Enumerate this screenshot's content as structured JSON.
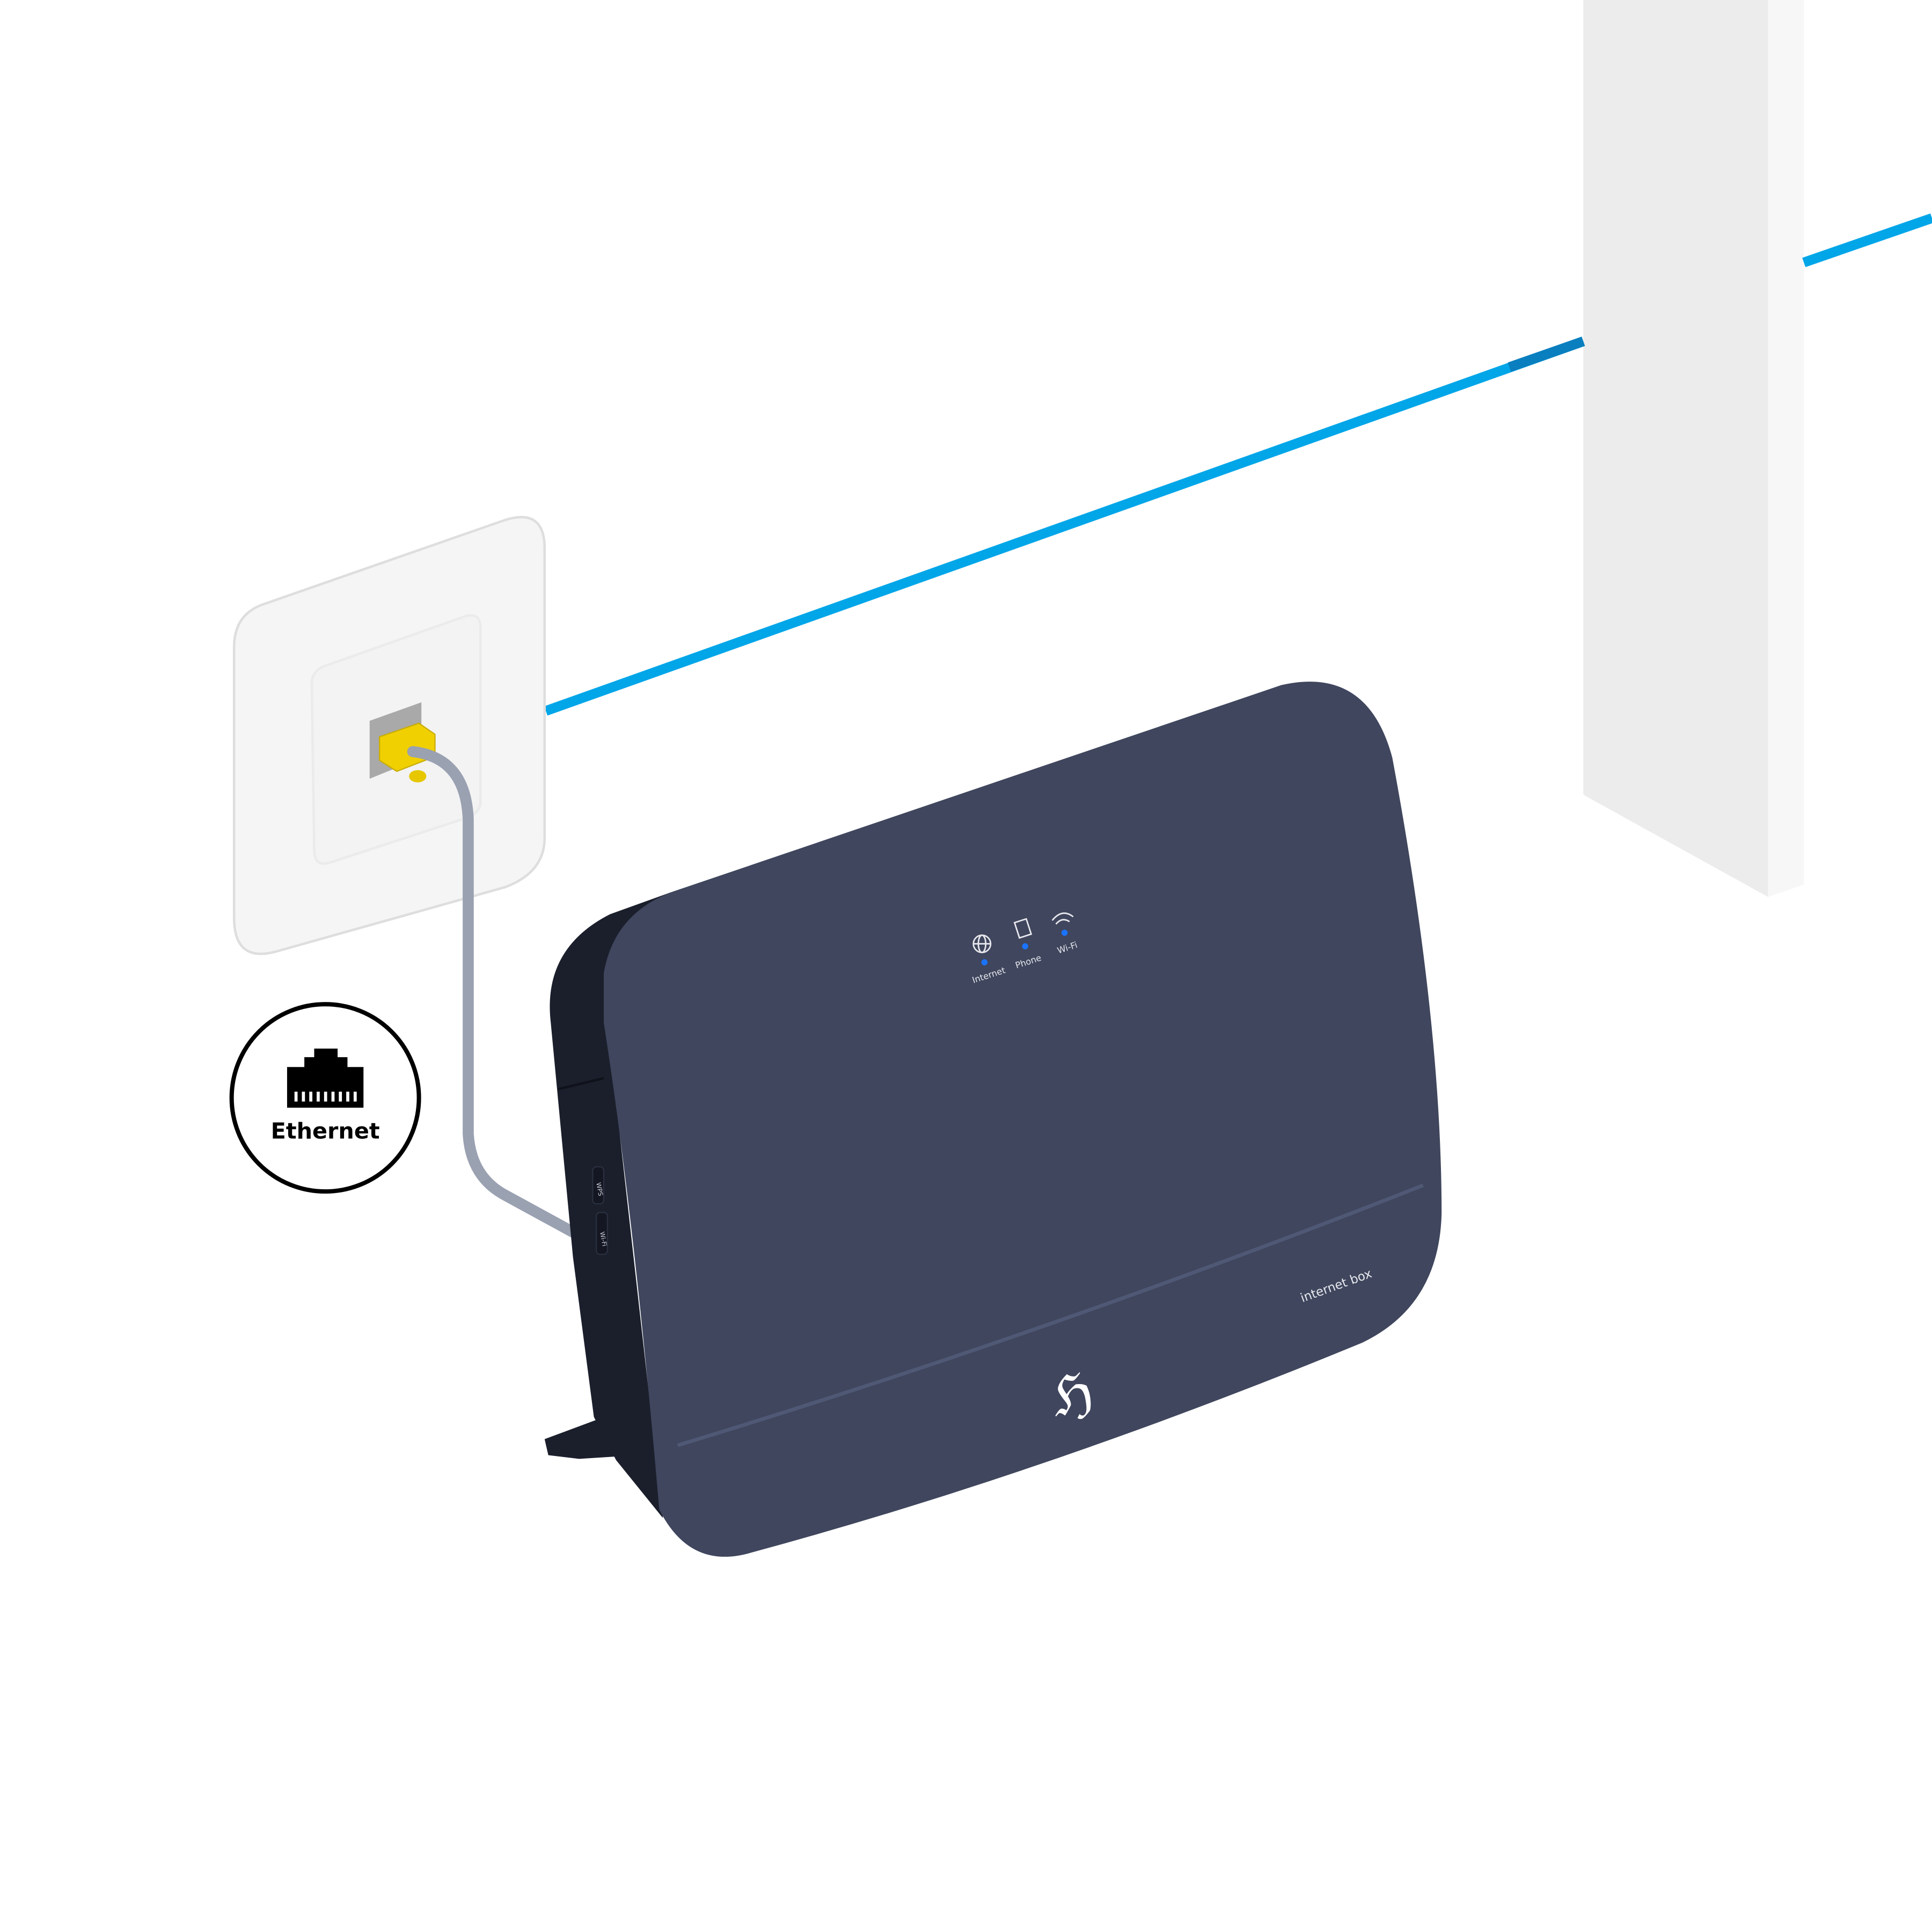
{
  "badge": {
    "label": "Ethernet",
    "icon": "ethernet-port-icon"
  },
  "router": {
    "product_label": "internet box",
    "logo": "ℌ",
    "leds": [
      {
        "label": "Internet",
        "icon": "globe-icon",
        "color": "#1a73ff"
      },
      {
        "label": "Phone",
        "icon": "phone-icon",
        "color": "#1a73ff"
      },
      {
        "label": "Wi-Fi",
        "icon": "wifi-icon",
        "color": "#1a73ff"
      }
    ],
    "side_buttons": [
      {
        "label": "WPS",
        "icon": "wps-icon"
      },
      {
        "label": "Wi-Fi",
        "icon": "wifi-icon"
      }
    ]
  },
  "colors": {
    "fiber_line": "#00a6e8",
    "router_front": "#3f465d",
    "router_side": "#1b1f2c",
    "cable_plug": "#f0d000"
  }
}
